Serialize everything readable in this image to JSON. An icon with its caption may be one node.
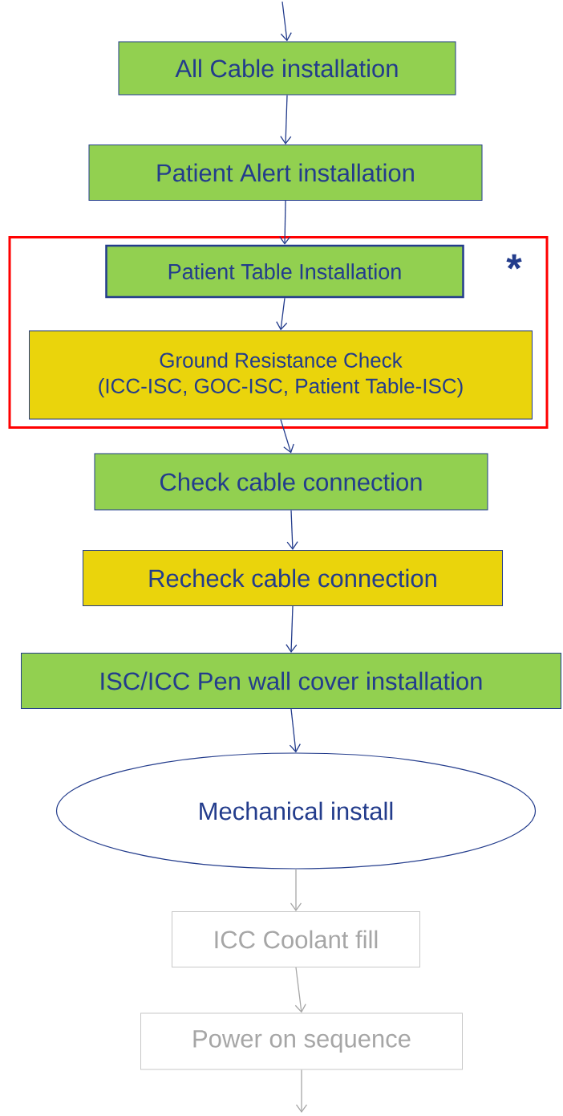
{
  "diagram": {
    "nodes": [
      {
        "text": [
          "All Cable installation"
        ]
      },
      {
        "text": [
          "Patient Alert installation"
        ]
      },
      {
        "text": [],
        "shape": "box"
      },
      {
        "text": [
          "Patient Table Installation"
        ],
        "in": 2
      },
      {
        "text": [
          "Ground Resistance Check",
          "(ICC-ISC, GOC-ISC, Patient Table-ISC)"
        ],
        "in": 2
      },
      {
        "text": [
          "Check cable connection"
        ]
      },
      {
        "text": [
          "Recheck cable connection"
        ]
      },
      {
        "text": [
          "ISC/ICC Pen wall cover installation"
        ]
      },
      {
        "text": [
          "Mechanical install"
        ]
      },
      {
        "text": [
          "ICC Coolant fill"
        ]
      },
      {
        "text": [
          "Power on sequence"
        ]
      }
    ],
    "edges": [
      {
        "from": null,
        "to": 0,
        "arrow": "to"
      },
      {
        "from": 0,
        "to": 1,
        "arrow": "to"
      },
      {
        "from": 1,
        "to": 3,
        "arrow": "to"
      },
      {
        "from": 3,
        "to": 4,
        "arrow": "to"
      },
      {
        "from": 4,
        "to": 5,
        "arrow": "to"
      },
      {
        "from": 5,
        "to": 6,
        "arrow": "to"
      },
      {
        "from": 6,
        "to": 7,
        "arrow": "to"
      },
      {
        "from": 7,
        "to": 8,
        "arrow": "to"
      },
      {
        "from": 8,
        "to": 9,
        "arrow": "to",
        "color": "#a6a6a6"
      },
      {
        "from": 9,
        "to": 10,
        "arrow": "to",
        "color": "#a6a6a6"
      },
      {
        "from": 10,
        "to": null,
        "arrow": "to",
        "color": "#a6a6a6"
      }
    ],
    "labels": [
      "*"
    ]
  }
}
